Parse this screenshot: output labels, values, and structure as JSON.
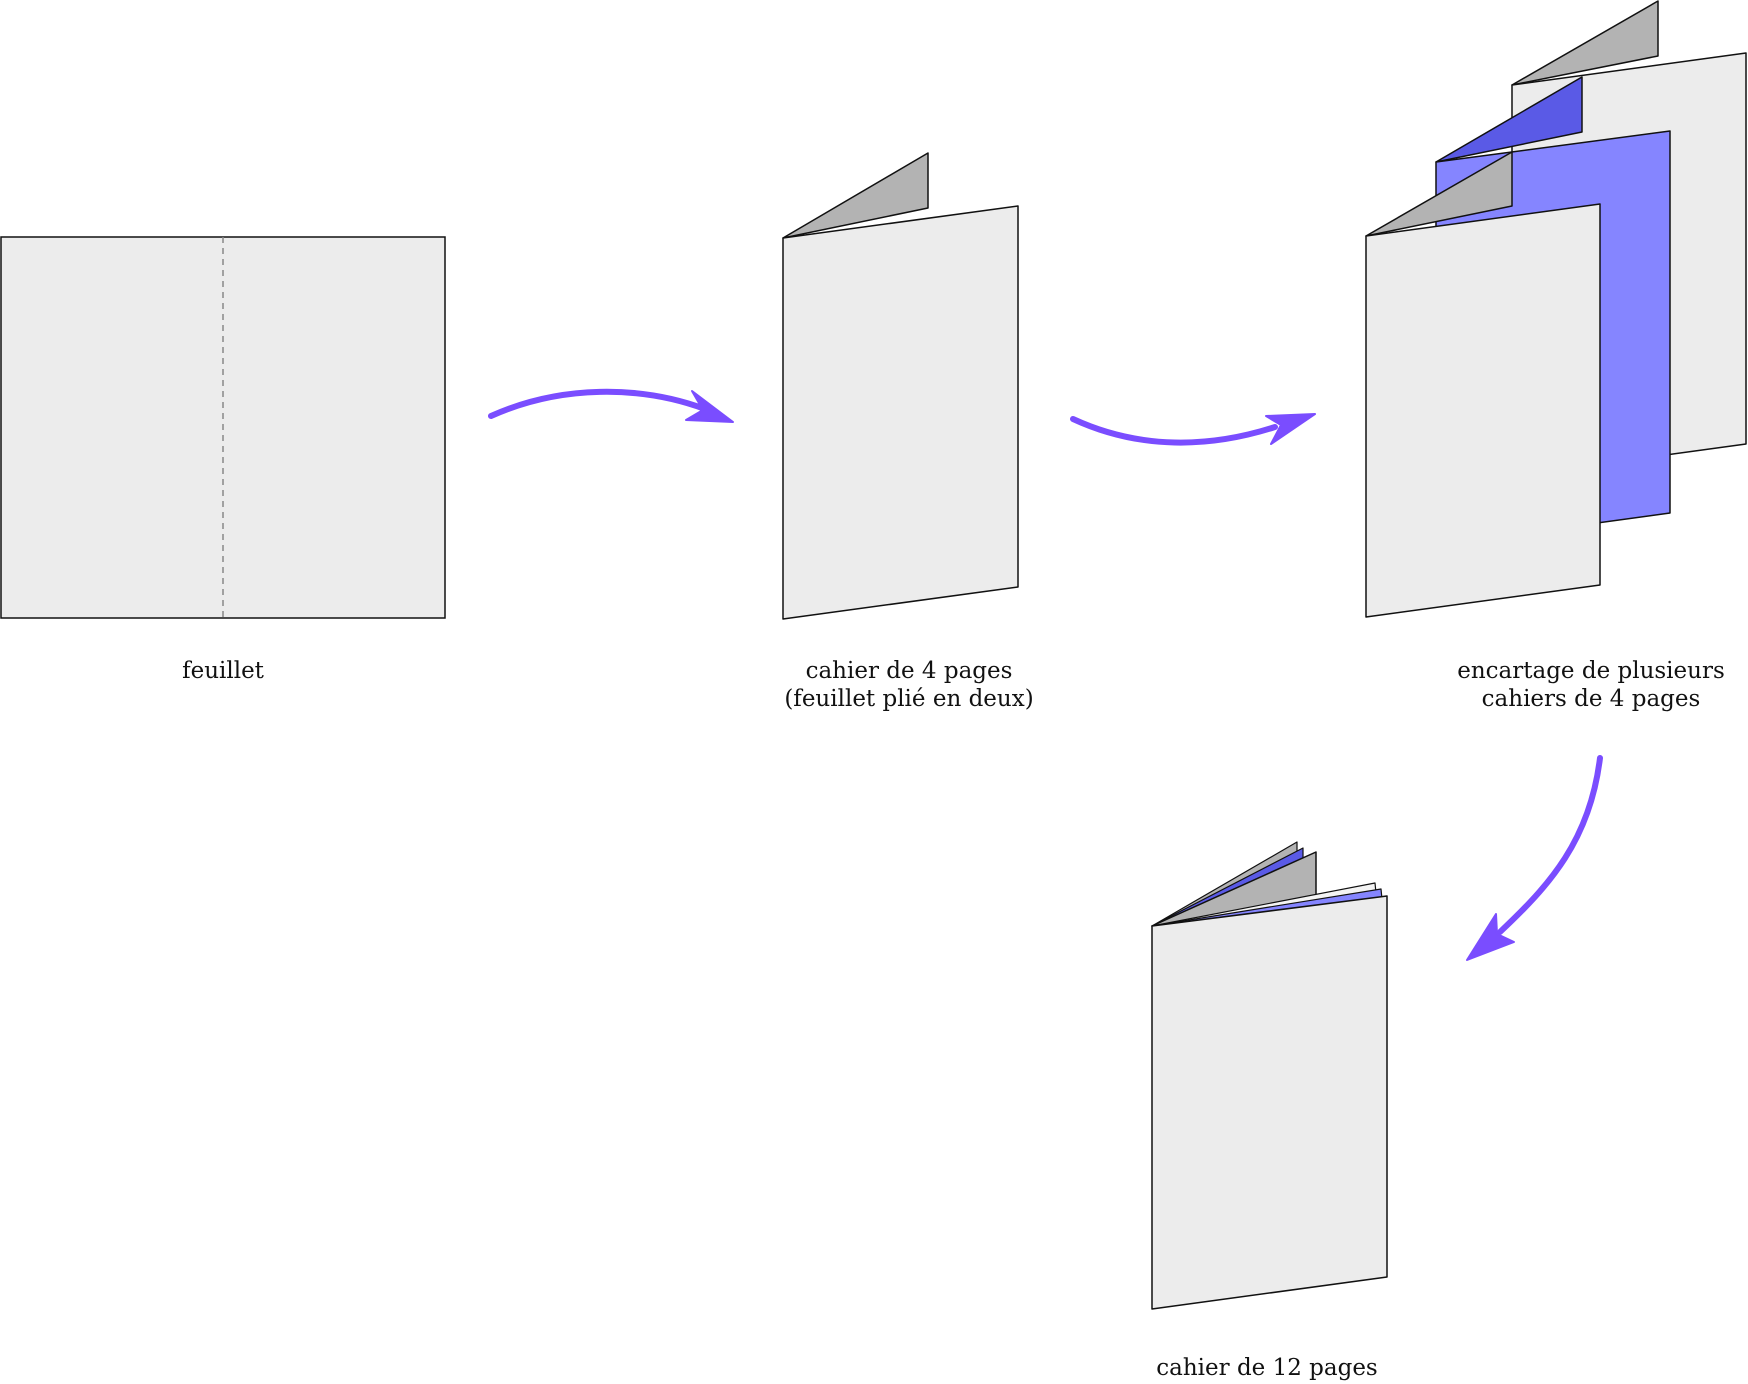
{
  "labels": {
    "sheet": "feuillet",
    "folded_line1": "cahier de 4 pages",
    "folded_line2": "(feuillet plié en deux)",
    "nested_line1": "encartage de plusieurs",
    "nested_line2": "cahiers de 4 pages",
    "result": "cahier de 12 pages"
  },
  "colors": {
    "paper": "#ececec",
    "fold_shadow": "#b3b3b3",
    "accent_sheet": "#8585ff",
    "accent_shadow": "#5a5ae6",
    "arrow": "#7a4dff",
    "outline": "#111111"
  }
}
